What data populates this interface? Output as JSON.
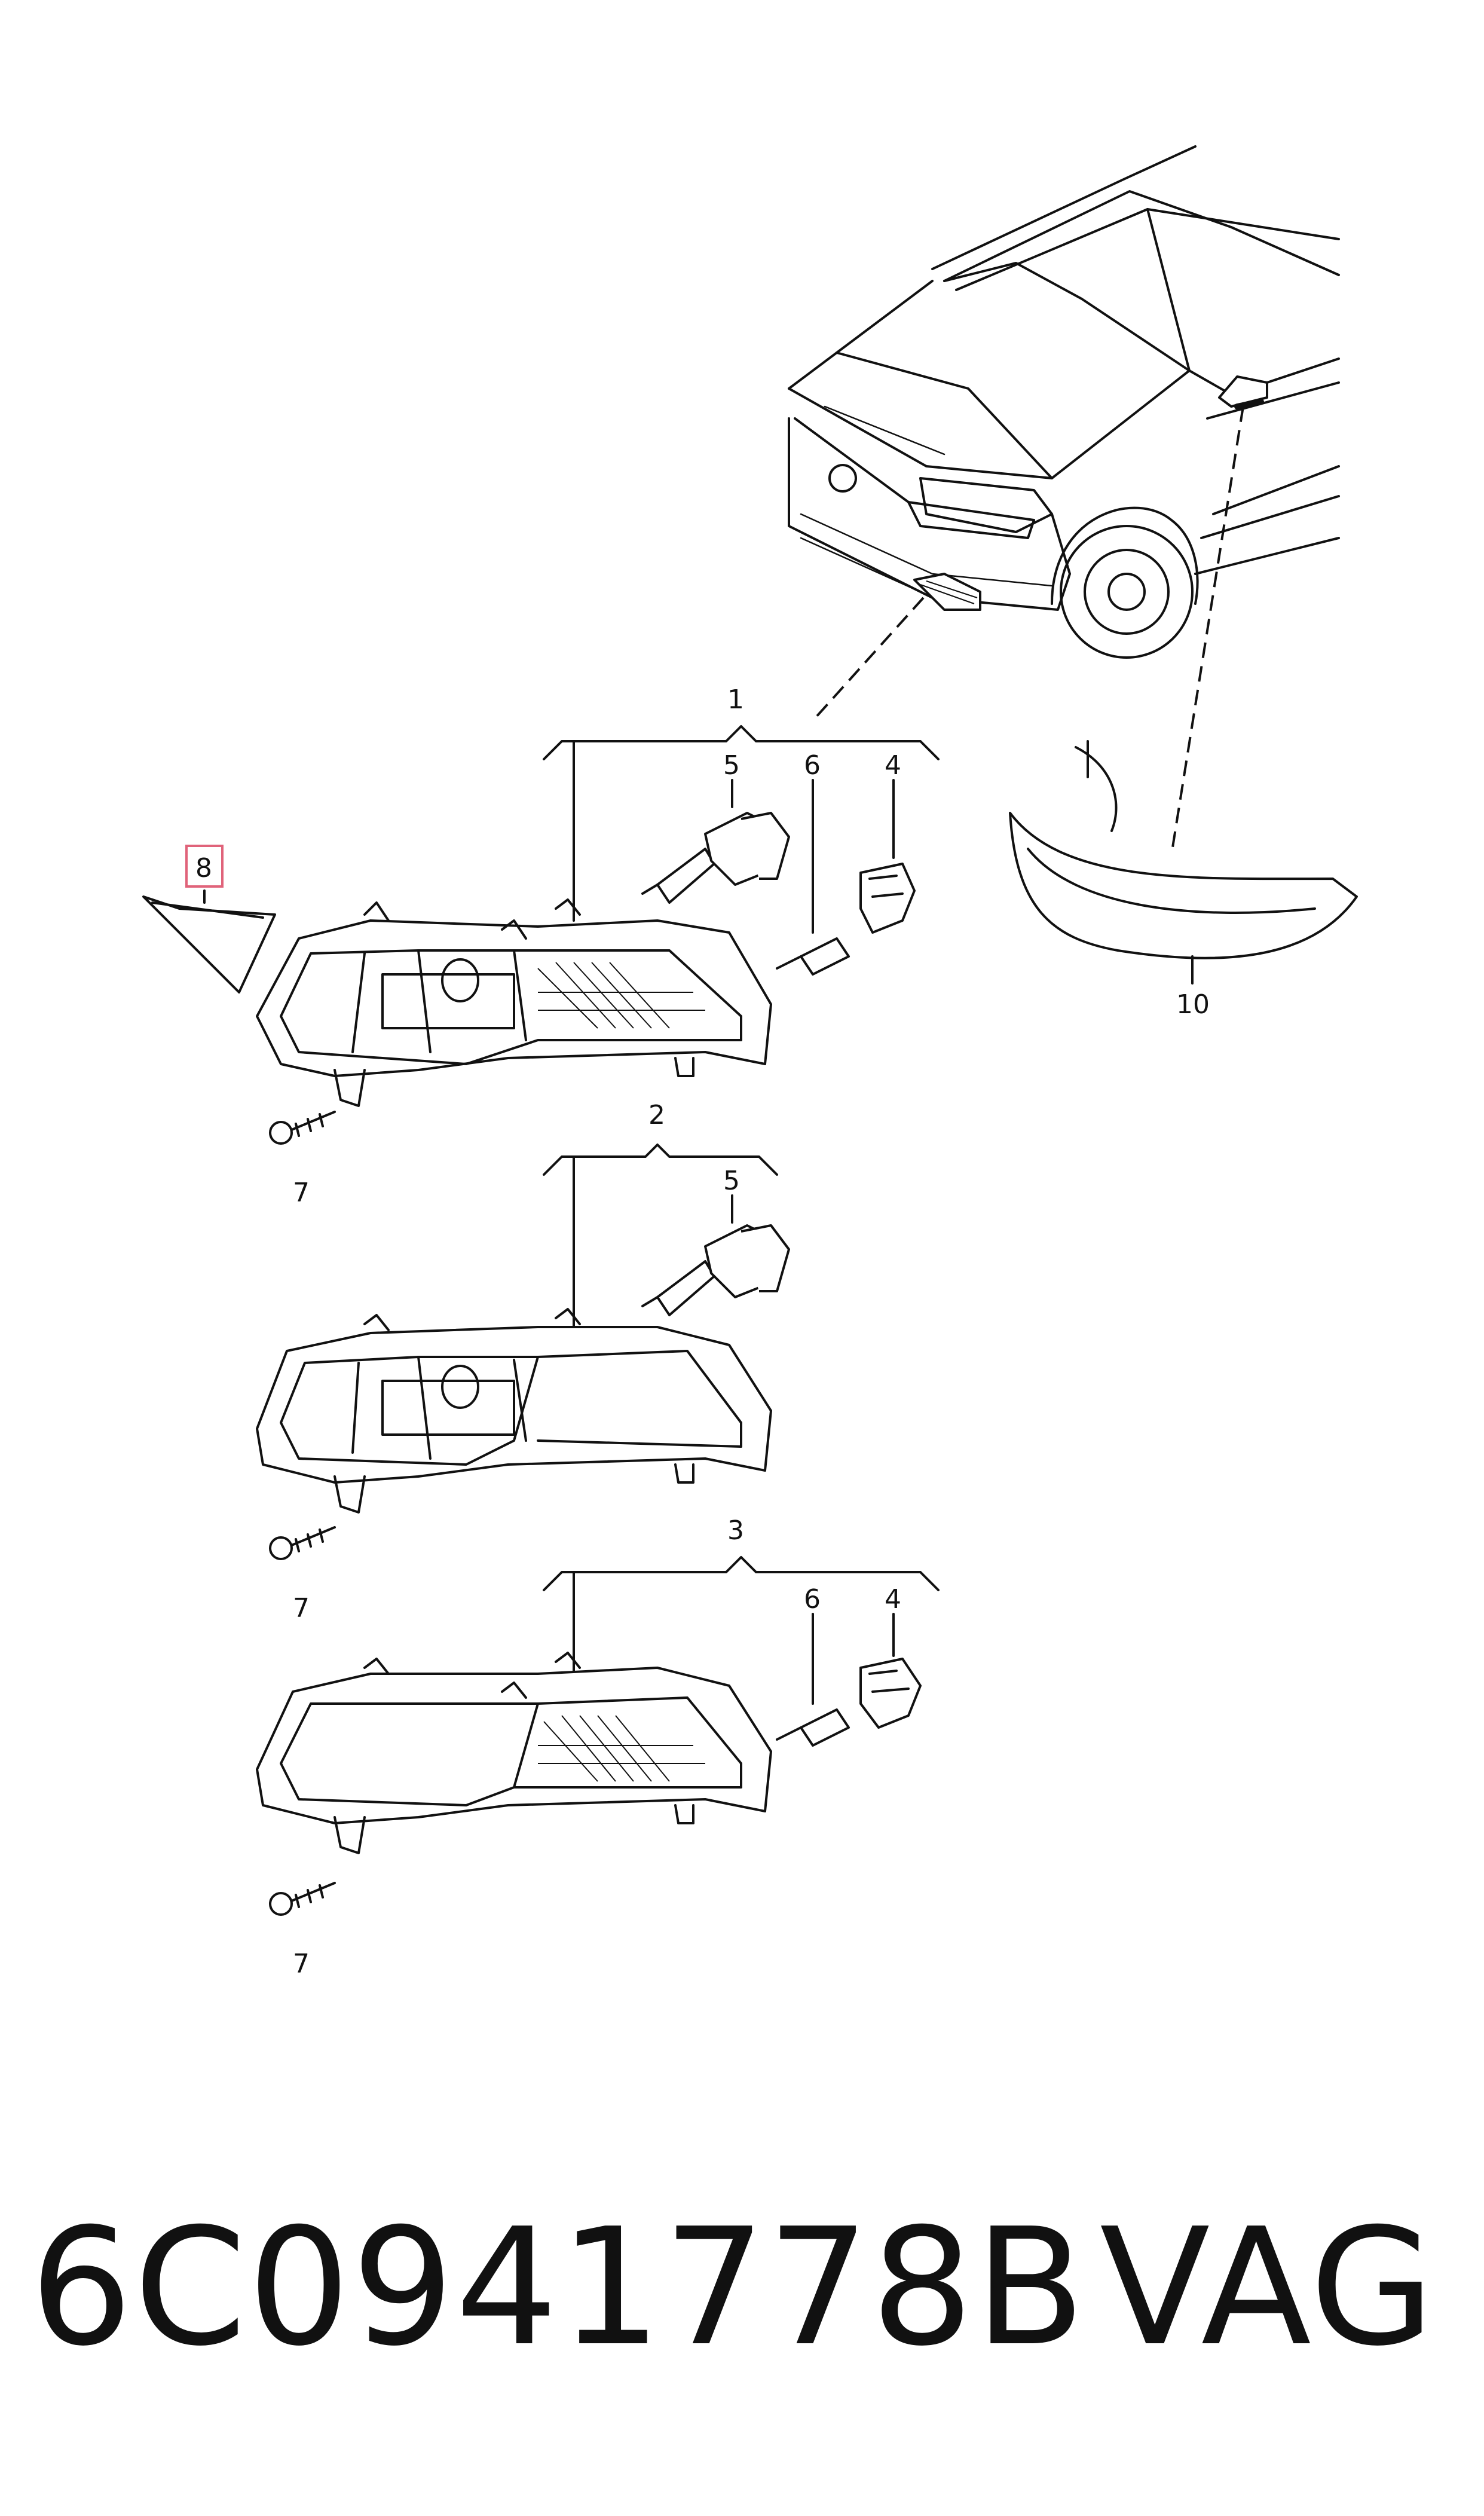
{
  "callouts": {
    "c1": "1",
    "c2": "2",
    "c3": "3",
    "c4a": "4",
    "c4b": "4",
    "c5a": "5",
    "c5b": "5",
    "c6a": "6",
    "c6b": "6",
    "c7a": "7",
    "c7b": "7",
    "c7c": "7",
    "c8": "8",
    "c10": "10"
  },
  "highlight_color": "#e0637a",
  "part_number": "6C0941778B",
  "brand": "VAG"
}
